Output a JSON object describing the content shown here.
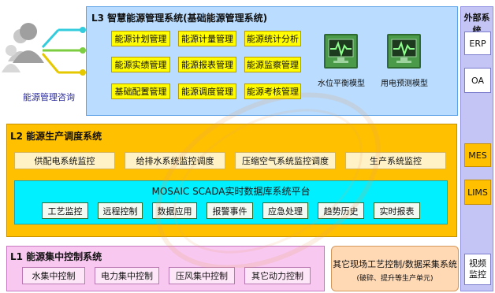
{
  "left": {
    "user_label": "能源管理咨询"
  },
  "l3": {
    "title": "L3 智慧能源管理系统(基础能源管理系统)",
    "modules": [
      "能源计划管理",
      "能源计量管理",
      "能源统计分析",
      "能源实绩管理",
      "能源报表管理",
      "能源监察管理",
      "基础配置管理",
      "能源调度管理",
      "能源考核管理"
    ],
    "models": [
      "水位平衡模型",
      "用电预测模型"
    ]
  },
  "l2": {
    "title": "L2 能源生产调度系统",
    "subsystems": [
      "供配电系统监控",
      "给排水系统监控调度",
      "压缩空气系统监控调度",
      "生产系统监控"
    ],
    "scada_title": "MOSAIC SCADA实时数据库系统平台",
    "functions": [
      "工艺监控",
      "远程控制",
      "数据应用",
      "报警事件",
      "应急处理",
      "趋势历史",
      "实时报表"
    ]
  },
  "l1": {
    "title": "L1 能源集中控制系统",
    "items": [
      "水集中控制",
      "电力集中控制",
      "压风集中控制",
      "其它动力控制"
    ]
  },
  "other": {
    "main": "其它现场工艺控制/数据采集系统",
    "sub": "(破碎、提升等生产单元)"
  },
  "external": {
    "title": "外部系统",
    "items": [
      "ERP",
      "OA",
      "MES",
      "LIMS",
      "视频监控"
    ],
    "video_lines": [
      "视频",
      "监控"
    ]
  },
  "colors": {
    "l3_bg": "#b9dcff",
    "l2_bg": "#ffc000",
    "scada_bg": "#00f0ff",
    "l1_bg": "#f8c8f0",
    "ext_bg": "#c5c5f5",
    "module_bg": "#fffb00",
    "model_bg": "#4a9a4a"
  }
}
